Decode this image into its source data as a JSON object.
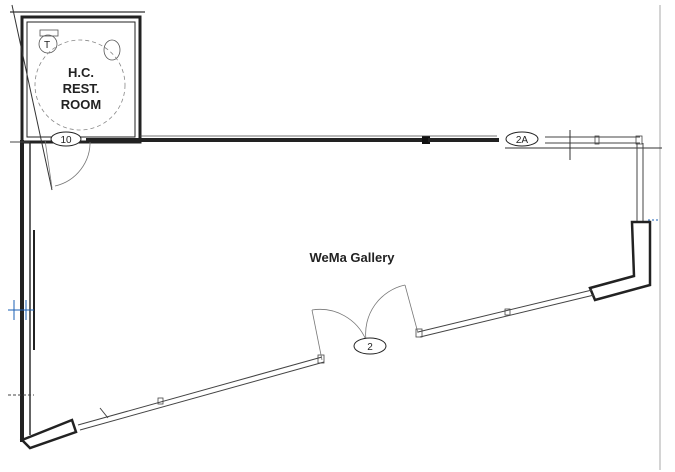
{
  "rooms": {
    "restroom": {
      "line1": "H.C.",
      "line2": "REST.",
      "line3": "ROOM"
    },
    "gallery": {
      "name": "WeMa Gallery"
    }
  },
  "door_tags": {
    "restroom_door": "10",
    "top_wall": "2A",
    "main_entry": "2"
  },
  "colors": {
    "wall": "#222222",
    "line": "#555555",
    "accent_blue": "#1a5fb4"
  }
}
